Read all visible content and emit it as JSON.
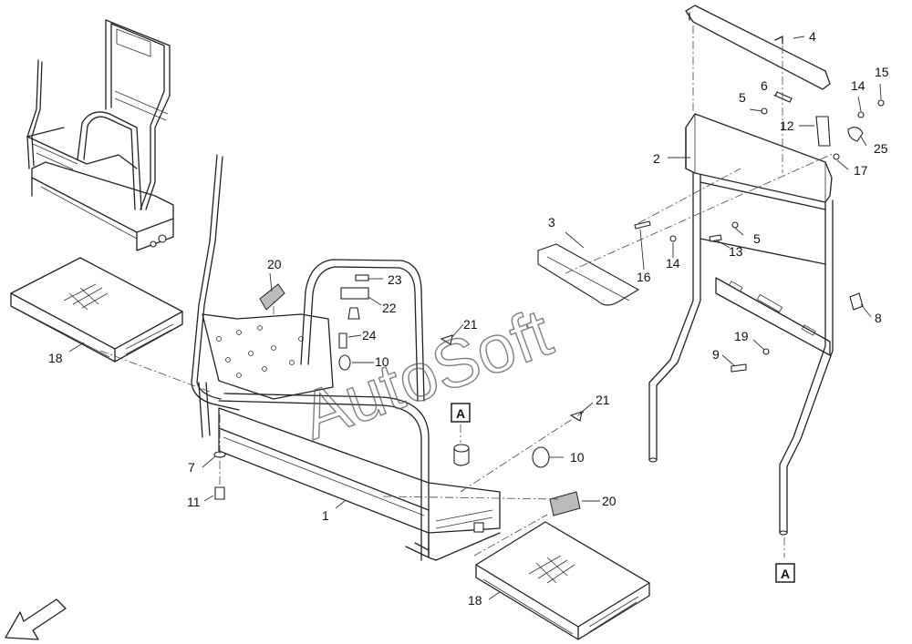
{
  "watermark": "AutoSoft",
  "reference_marker": "A",
  "callouts": [
    {
      "id": "c1",
      "text": "1"
    },
    {
      "id": "c2",
      "text": "2"
    },
    {
      "id": "c3",
      "text": "3"
    },
    {
      "id": "c4",
      "text": "4"
    },
    {
      "id": "c5a",
      "text": "5"
    },
    {
      "id": "c5b",
      "text": "5"
    },
    {
      "id": "c6",
      "text": "6"
    },
    {
      "id": "c7",
      "text": "7"
    },
    {
      "id": "c8",
      "text": "8"
    },
    {
      "id": "c9",
      "text": "9"
    },
    {
      "id": "c10a",
      "text": "10"
    },
    {
      "id": "c10b",
      "text": "10"
    },
    {
      "id": "c11",
      "text": "11"
    },
    {
      "id": "c12",
      "text": "12"
    },
    {
      "id": "c13",
      "text": "13"
    },
    {
      "id": "c14a",
      "text": "14"
    },
    {
      "id": "c14b",
      "text": "14"
    },
    {
      "id": "c15",
      "text": "15"
    },
    {
      "id": "c16",
      "text": "16"
    },
    {
      "id": "c17",
      "text": "17"
    },
    {
      "id": "c18a",
      "text": "18"
    },
    {
      "id": "c18b",
      "text": "18"
    },
    {
      "id": "c19",
      "text": "19"
    },
    {
      "id": "c20a",
      "text": "20"
    },
    {
      "id": "c20b",
      "text": "20"
    },
    {
      "id": "c21a",
      "text": "21"
    },
    {
      "id": "c21b",
      "text": "21"
    },
    {
      "id": "c22",
      "text": "22"
    },
    {
      "id": "c23",
      "text": "23"
    },
    {
      "id": "c24",
      "text": "24"
    },
    {
      "id": "c25",
      "text": "25"
    }
  ]
}
